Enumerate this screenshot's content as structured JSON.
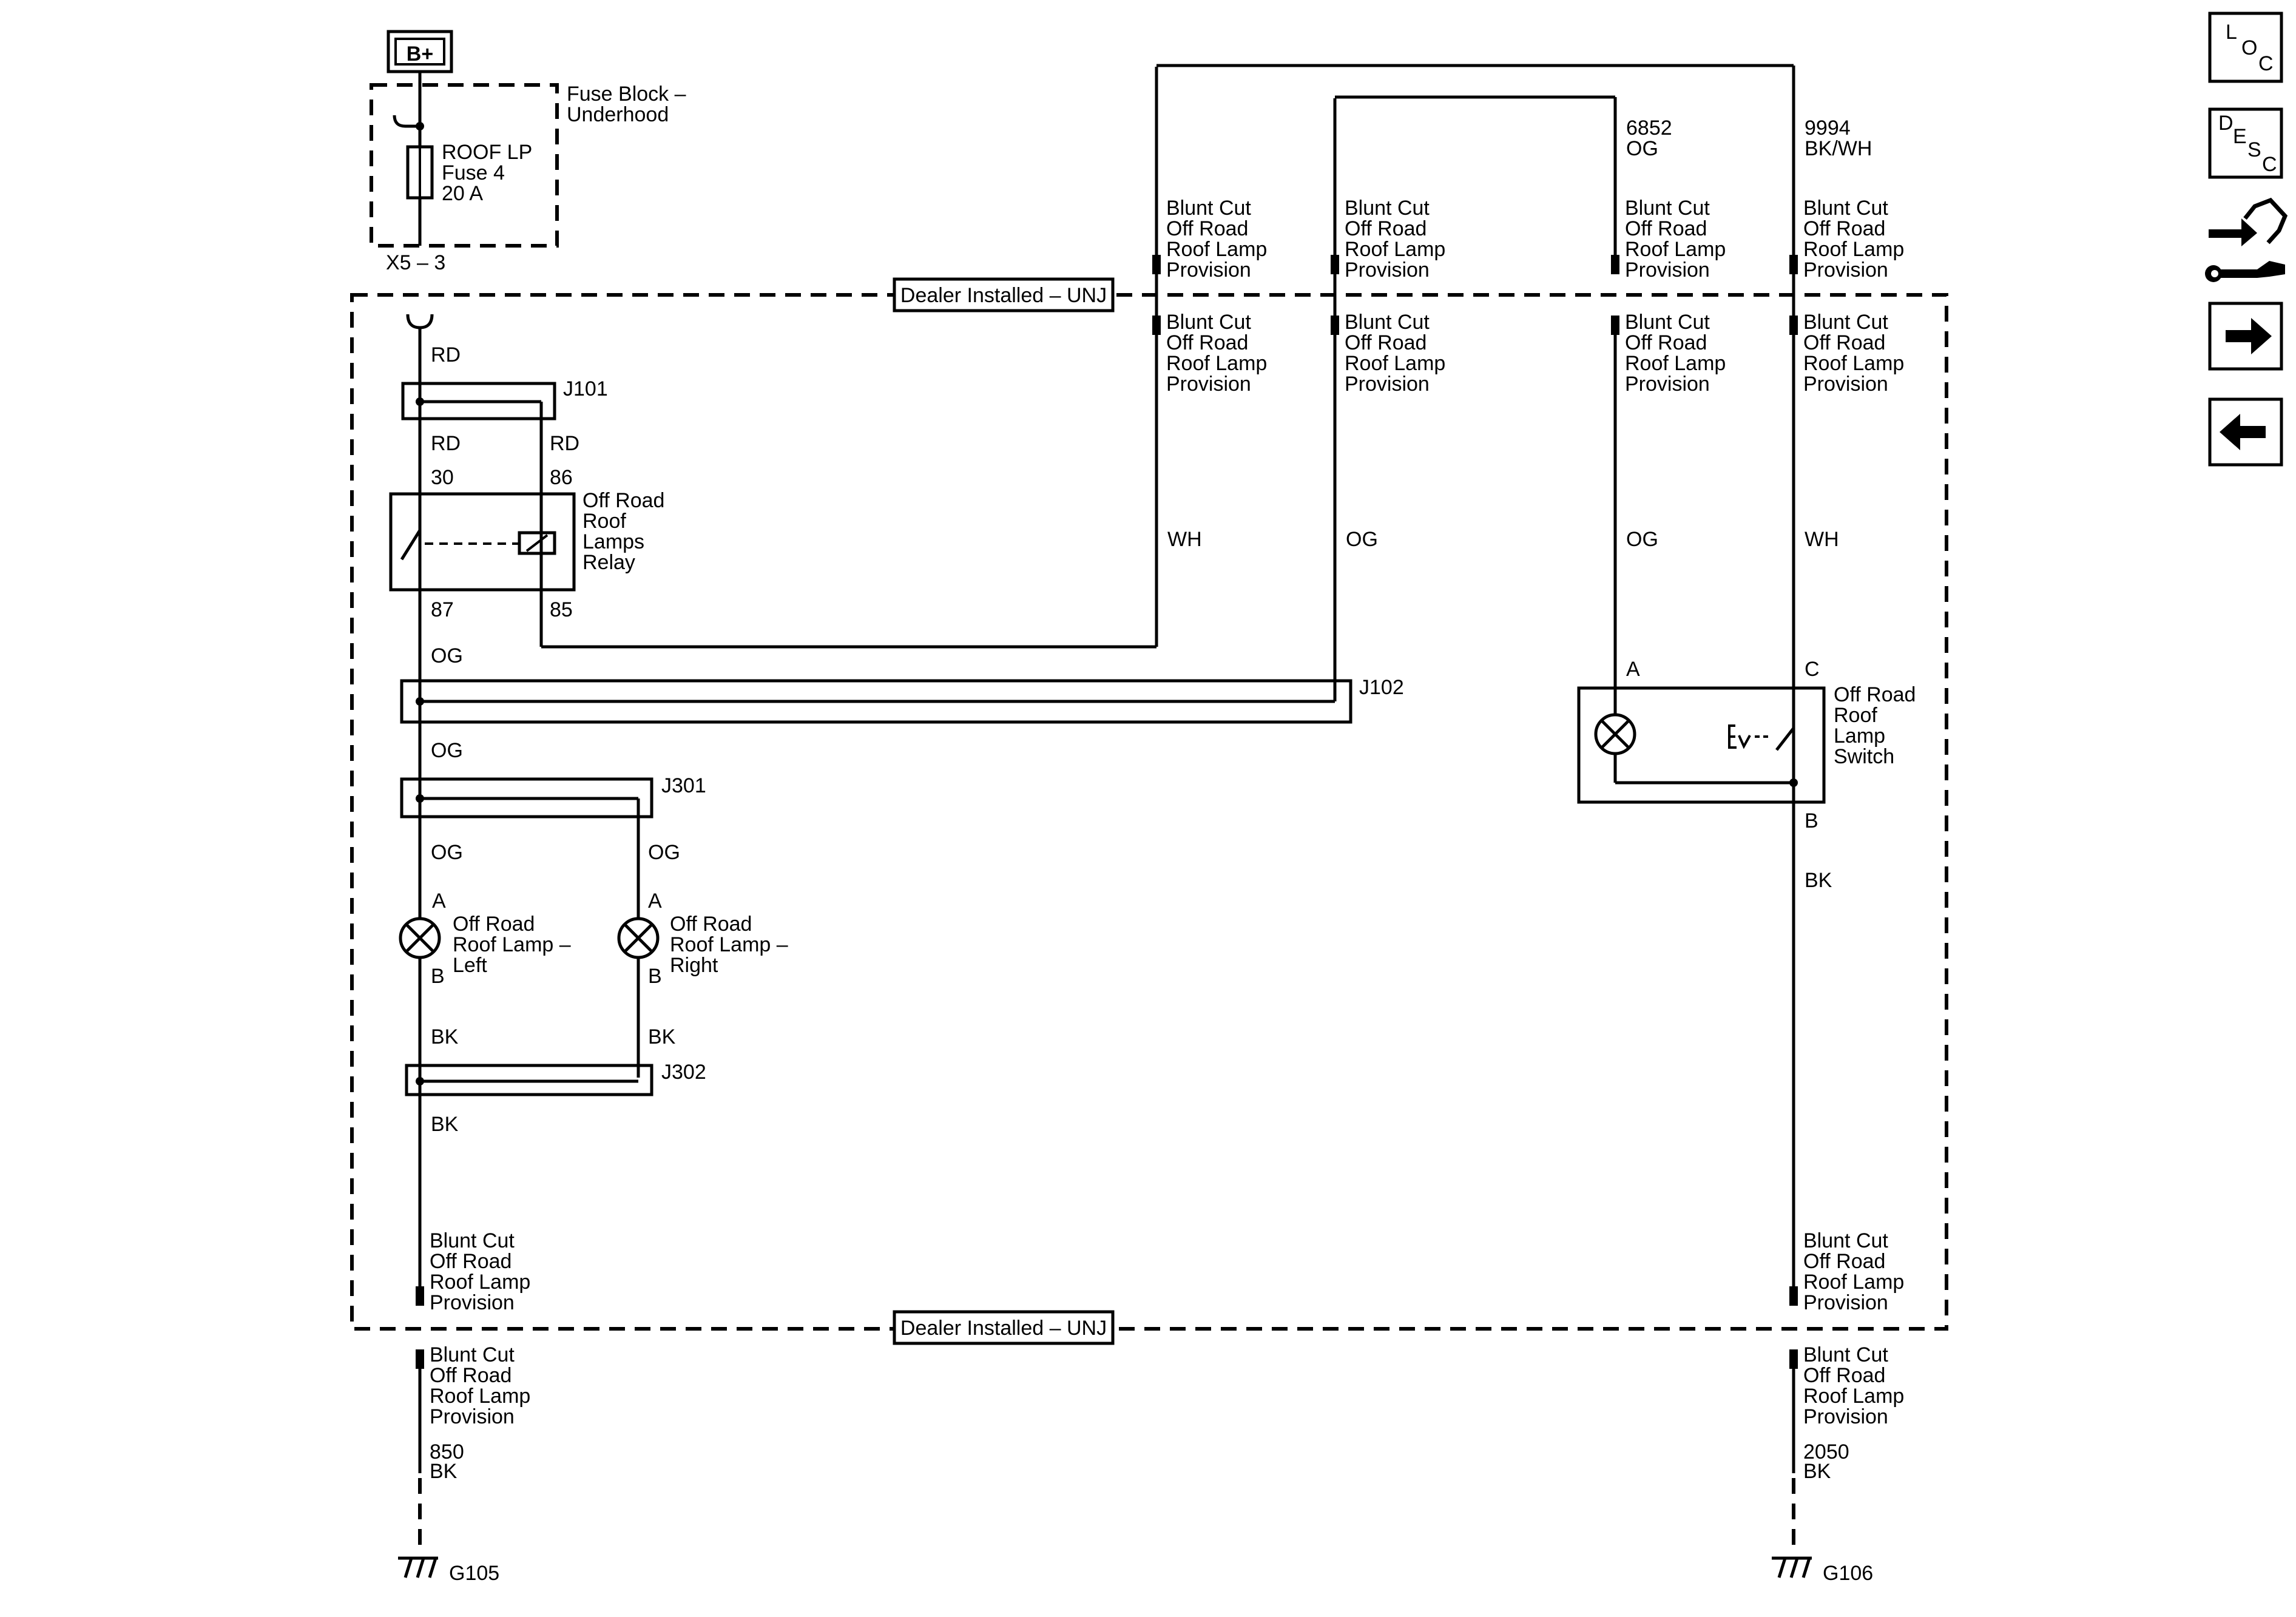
{
  "power": {
    "label": "B+"
  },
  "fuse_block": {
    "name": [
      "Fuse Block –",
      "Underhood"
    ],
    "fuse": [
      "ROOF LP",
      "Fuse 4",
      "20 A"
    ],
    "connector": "X5 – 3"
  },
  "dealer_installed_label": "Dealer Installed – UNJ",
  "provision": [
    "Blunt Cut",
    "Off Road",
    "Roof Lamp",
    "Provision"
  ],
  "wires": {
    "rd": "RD",
    "og": "OG",
    "bk": "BK",
    "wh": "WH",
    "top_og": [
      "6852",
      "OG"
    ],
    "top_bkwh": [
      "9994",
      "BK/WH"
    ],
    "ground_left": [
      "850",
      "BK"
    ],
    "ground_right": [
      "2050",
      "BK"
    ]
  },
  "splices": {
    "j101": "J101",
    "j102": "J102",
    "j301": "J301",
    "j302": "J302"
  },
  "relay": {
    "name": [
      "Off Road",
      "Roof",
      "Lamps",
      "Relay"
    ],
    "pin30": "30",
    "pin86": "86",
    "pin87": "87",
    "pin85": "85"
  },
  "lamps": {
    "left": [
      "Off Road",
      "Roof Lamp –",
      "Left"
    ],
    "right": [
      "Off Road",
      "Roof Lamp –",
      "Right"
    ],
    "pin_a": "A",
    "pin_b": "B"
  },
  "switch": {
    "name": [
      "Off Road",
      "Roof",
      "Lamp",
      "Switch"
    ],
    "pin_a": "A",
    "pin_c": "C",
    "pin_b": "B"
  },
  "grounds": {
    "left": "G105",
    "right": "G106"
  },
  "nav": {
    "loc": [
      "L",
      "O",
      "C"
    ],
    "desc": [
      "D",
      "E",
      "S",
      "C"
    ]
  }
}
